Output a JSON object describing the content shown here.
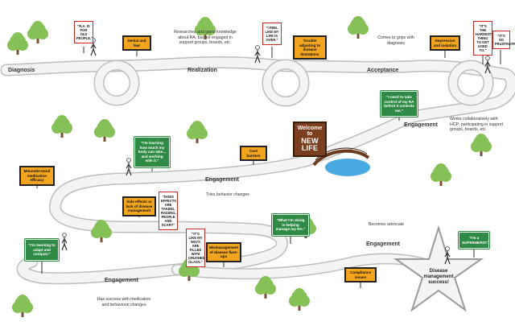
{
  "stages": {
    "diagnosis": "Diagnosis",
    "realization": "Realization",
    "acceptance": "Acceptance",
    "engagement_1": "Engagement",
    "engagement_2": "Engagement",
    "engagement_3": "Engagement",
    "engagement_4": "Engagement"
  },
  "notes": {
    "realization_note": "Researches and gains knowledge about RA, but not engaged in support groups, boards, etc.",
    "acceptance_note": "Comes to grips with diagnosis",
    "engagement_note": "Works collaboratively with HCP; participating in support groups, boards, etc.",
    "tries_note": "Tries behavior changes",
    "advocate_note": "Becomes advocate",
    "success_note": "Has success with medication and behavioral changes"
  },
  "warning_signs": {
    "denial": "Denial and fear",
    "trouble": "Trouble adjusting to disease limitations",
    "depression": "Depression and isolation",
    "cost": "Cost barriers",
    "misunderstand": "Misunderstand medication efficacy",
    "side_effects": "Side effects or lack of disease management",
    "mismanagement": "Mismanagement of disease flare-ups",
    "compliance": "Compliance issues"
  },
  "quote_signs": {
    "old_people": "\"R.A. IS FOR OLD PEOPLE.\"",
    "over": "\"I FEEL LIKE MY LIFE IS OVER.\"",
    "hardest": "\"IT'S THE HARDEST THING TO GET USED TO.\"",
    "frustrating": "\"IT'S SO FRUSTRATING.\"",
    "does_effects": "\"DOES EFFECTS ARE TAKING, RAISING, PEOPLE AND SCARY\"",
    "no_ways": "\"IT'S LIKE MY WAYS ARE FILLED WITH CRUSHED GLASS.\""
  },
  "green_signs": {
    "take_control": "\"I need to take control of my RA before it controls me.\"",
    "learning_much": "\"I'm learning how much my body can take... and working with it.\"",
    "adapt": "\"I'm learning to adapt and conquer.\"",
    "helping": "\"What I'm doing is helping manage my RA.\"",
    "superhero": "\"I'm a SUPERHERO!\""
  },
  "welcome_sign": {
    "line1": "Welcome to",
    "line2": "NEW LIFE"
  },
  "goal": "Disease management success!",
  "colors": {
    "road_fill": "#f4f4f4",
    "road_edge": "#b9b9b9",
    "warning": "#f3a51f",
    "green_sign": "#2f8a45",
    "quote_border": "#cc2a24",
    "water": "#4aa8e0",
    "tree": "#86c158",
    "trunk": "#7a5230",
    "welcome_sign": "#7b3e1e"
  }
}
